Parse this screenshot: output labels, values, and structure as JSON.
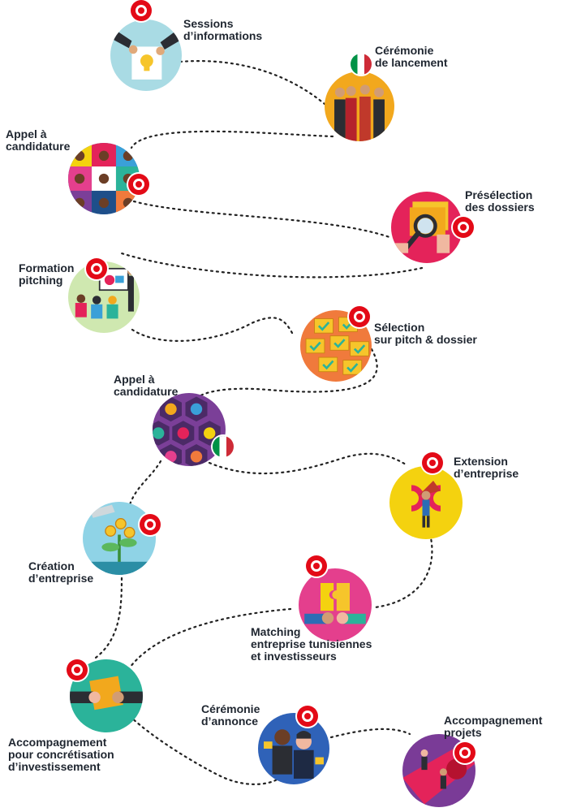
{
  "steps": [
    {
      "id": "sessions",
      "lines": [
        "Sessions",
        "d’informations"
      ],
      "flag": "tunisia-flag-icon",
      "icon": "lightbulb-meeting-icon",
      "color": "#a9dbe4"
    },
    {
      "id": "ceremonie-lancement",
      "lines": [
        "Cérémonie",
        "de lancement"
      ],
      "flag": "italy-flag-icon",
      "icon": "business-team-icon",
      "color": "#f2a81d"
    },
    {
      "id": "appel-candidature-1",
      "lines": [
        "Appel à",
        "candidature"
      ],
      "flag": "tunisia-flag-icon",
      "icon": "candidates-grid-icon",
      "color": "#2c6db5"
    },
    {
      "id": "preselection",
      "lines": [
        "Présélection",
        "des dossiers"
      ],
      "flag": "tunisia-flag-icon",
      "icon": "folder-magnifier-icon",
      "color": "#e4235a"
    },
    {
      "id": "formation-pitching",
      "lines": [
        "Formation",
        "pitching"
      ],
      "flag": "tunisia-flag-icon",
      "icon": "classroom-icon",
      "color": "#cfe8b0"
    },
    {
      "id": "selection",
      "lines": [
        "Sélection",
        "sur pitch & dossier"
      ],
      "flag": "tunisia-flag-icon",
      "icon": "checked-folders-icon",
      "color": "#f07a3c"
    },
    {
      "id": "appel-candidature-2",
      "lines": [
        "Appel à",
        "candidature"
      ],
      "flag": "italy-flag-icon",
      "icon": "candidates-grid-icon",
      "color": "#7b3f98"
    },
    {
      "id": "extension",
      "lines": [
        "Extension",
        "d’entreprise"
      ],
      "flag": "tunisia-flag-icon",
      "icon": "superhero-magnet-icon",
      "color": "#f4d20f"
    },
    {
      "id": "creation",
      "lines": [
        "Création",
        "d’entreprise"
      ],
      "flag": "tunisia-flag-icon",
      "icon": "money-plant-icon",
      "color": "#8fd3e6"
    },
    {
      "id": "matching",
      "lines": [
        "Matching",
        "entreprise tunisiennes",
        "et investisseurs"
      ],
      "flag": "tunisia-flag-icon",
      "icon": "puzzle-handshake-icon",
      "color": "#e43f8d"
    },
    {
      "id": "accompagnement-invest",
      "lines": [
        "Accompagnement",
        "pour concrétisation",
        "d’investissement"
      ],
      "flag": "tunisia-flag-icon",
      "icon": "folder-handover-icon",
      "color": "#2bb39a"
    },
    {
      "id": "ceremonie-annonce",
      "lines": [
        "Cérémonie",
        "d’annonce"
      ],
      "flag": "tunisia-flag-icon",
      "icon": "award-ceremony-icon",
      "color": "#2f62b8"
    },
    {
      "id": "accompagnement-projets",
      "lines": [
        "Accompagnement",
        "projets"
      ],
      "flag": "tunisia-flag-icon",
      "icon": "red-carpet-icon",
      "color": "#7a3b97"
    }
  ]
}
